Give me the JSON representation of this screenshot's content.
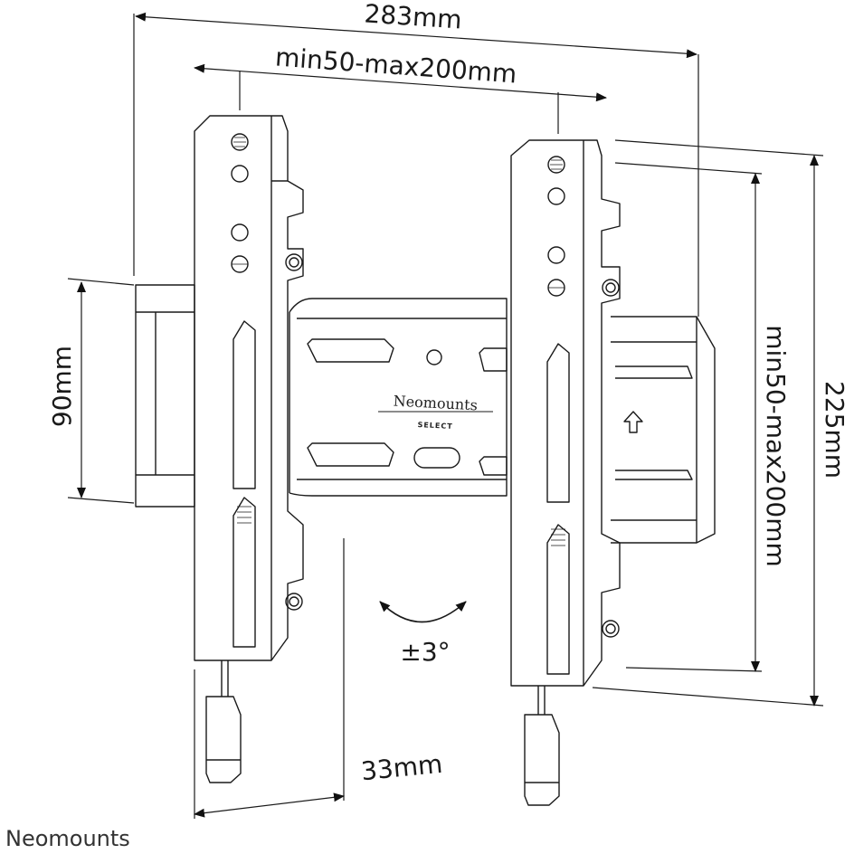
{
  "dimensions": {
    "total_width": "283mm",
    "hole_pattern_width": "min50-max200mm",
    "rail_height": "90mm",
    "hole_pattern_height": "min50-max200mm",
    "total_height": "225mm",
    "wall_distance": "33mm",
    "tilt": "±3°"
  },
  "plate": {
    "logo": "Neomounts",
    "sublabel": "SELECT"
  },
  "brand": {
    "logo": "Neomounts"
  }
}
